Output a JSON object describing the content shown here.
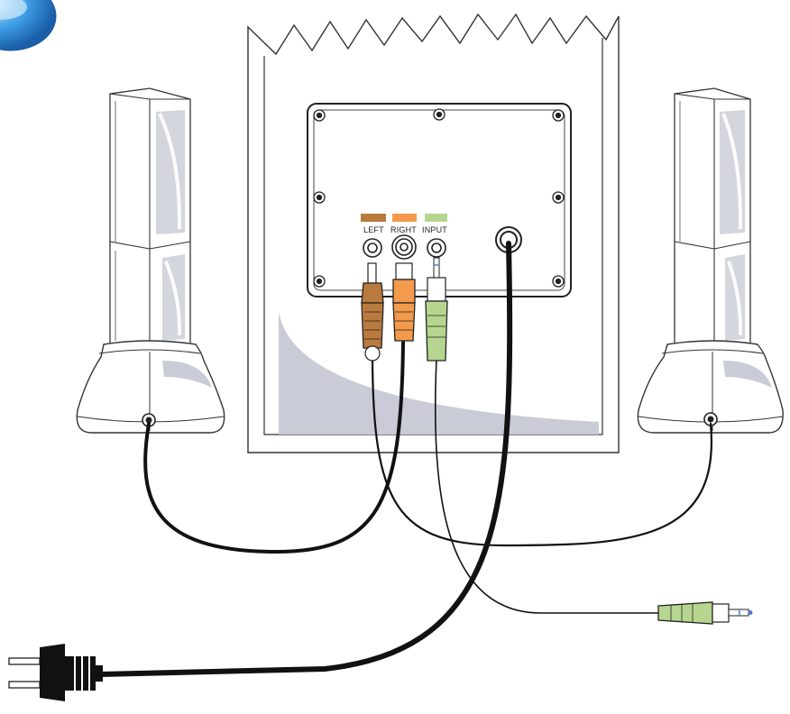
{
  "labels": {
    "left": "LEFT",
    "right": "RIGHT",
    "input": "INPUT"
  },
  "colors": {
    "left_plug": "#b97a3d",
    "right_plug": "#f39a4c",
    "input_plug": "#b6d68f",
    "panel_shadow": "#c9ccd6",
    "cable": "#111111"
  },
  "icons": {
    "corner": "blue-orb-icon",
    "speaker": "speaker-tower-icon",
    "rca_plug": "rca-plug-icon",
    "mini_plug": "3.5mm-plug-icon",
    "power_plug": "power-plug-icon"
  }
}
